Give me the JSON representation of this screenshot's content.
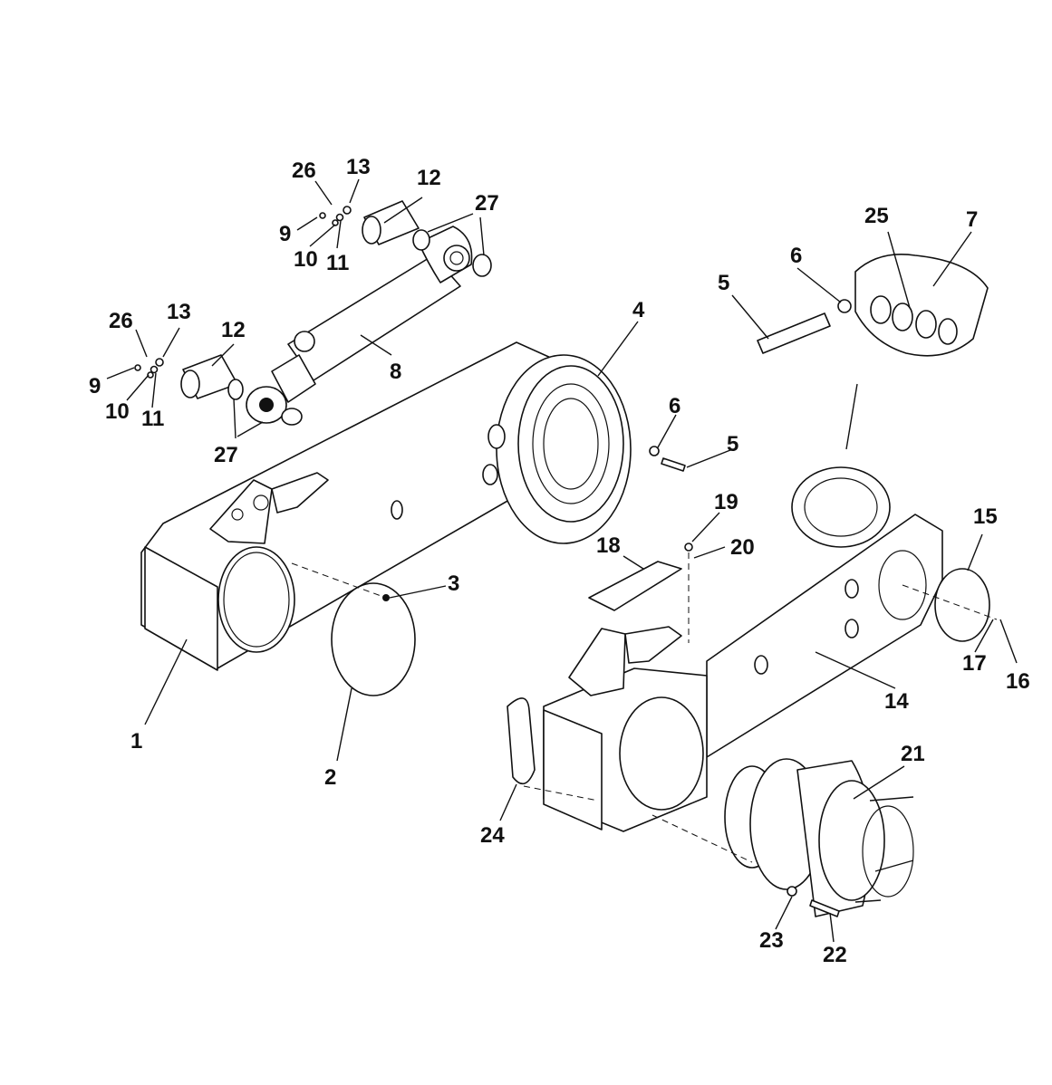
{
  "diagram": {
    "type": "exploded-parts-view",
    "callouts": [
      {
        "id": "c1",
        "label": "1"
      },
      {
        "id": "c2",
        "label": "2"
      },
      {
        "id": "c3",
        "label": "3"
      },
      {
        "id": "c4",
        "label": "4"
      },
      {
        "id": "c5a",
        "label": "5"
      },
      {
        "id": "c5b",
        "label": "5"
      },
      {
        "id": "c6a",
        "label": "6"
      },
      {
        "id": "c6b",
        "label": "6"
      },
      {
        "id": "c7",
        "label": "7"
      },
      {
        "id": "c8",
        "label": "8"
      },
      {
        "id": "c9a",
        "label": "9"
      },
      {
        "id": "c9b",
        "label": "9"
      },
      {
        "id": "c10a",
        "label": "10"
      },
      {
        "id": "c10b",
        "label": "10"
      },
      {
        "id": "c11a",
        "label": "11"
      },
      {
        "id": "c11b",
        "label": "11"
      },
      {
        "id": "c12a",
        "label": "12"
      },
      {
        "id": "c12b",
        "label": "12"
      },
      {
        "id": "c13a",
        "label": "13"
      },
      {
        "id": "c13b",
        "label": "13"
      },
      {
        "id": "c14",
        "label": "14"
      },
      {
        "id": "c15",
        "label": "15"
      },
      {
        "id": "c16",
        "label": "16"
      },
      {
        "id": "c17",
        "label": "17"
      },
      {
        "id": "c18",
        "label": "18"
      },
      {
        "id": "c19",
        "label": "19"
      },
      {
        "id": "c20",
        "label": "20"
      },
      {
        "id": "c21",
        "label": "21"
      },
      {
        "id": "c22",
        "label": "22"
      },
      {
        "id": "c23",
        "label": "23"
      },
      {
        "id": "c24",
        "label": "24"
      },
      {
        "id": "c25",
        "label": "25"
      },
      {
        "id": "c26a",
        "label": "26"
      },
      {
        "id": "c26b",
        "label": "26"
      },
      {
        "id": "c27a",
        "label": "27"
      },
      {
        "id": "c27b",
        "label": "27"
      }
    ]
  }
}
